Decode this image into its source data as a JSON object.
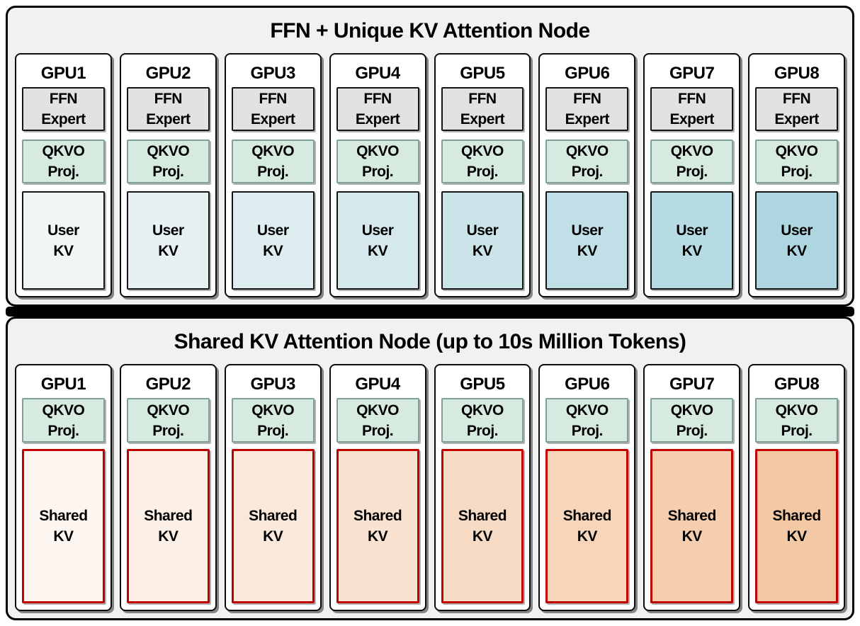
{
  "top_panel": {
    "title": "FFN + Unique KV Attention Node",
    "ffn_lines": [
      "FFN",
      "Expert"
    ],
    "qkvo_lines": [
      "QKVO",
      "Proj."
    ],
    "kv_lines": [
      "User",
      "KV"
    ],
    "gpus": [
      {
        "label": "GPU1",
        "kv_fill": "#f0f6f6"
      },
      {
        "label": "GPU2",
        "kv_fill": "#e7f1f3"
      },
      {
        "label": "GPU3",
        "kv_fill": "#ddedf0"
      },
      {
        "label": "GPU4",
        "kv_fill": "#d4e8ed"
      },
      {
        "label": "GPU5",
        "kv_fill": "#cae4e9"
      },
      {
        "label": "GPU6",
        "kv_fill": "#c1dfe6"
      },
      {
        "label": "GPU7",
        "kv_fill": "#b7dbe3"
      },
      {
        "label": "GPU8",
        "kv_fill": "#aed6e0"
      }
    ]
  },
  "bottom_panel": {
    "title": "Shared KV Attention Node (up to 10s Million Tokens)",
    "qkvo_lines": [
      "QKVO",
      "Proj."
    ],
    "kv_lines": [
      "Shared",
      "KV"
    ],
    "gpus": [
      {
        "label": "GPU1",
        "kv_fill": "#fdf5f0"
      },
      {
        "label": "GPU2",
        "kv_fill": "#fcefe5"
      },
      {
        "label": "GPU3",
        "kv_fill": "#fae8da"
      },
      {
        "label": "GPU4",
        "kv_fill": "#f9e2cf"
      },
      {
        "label": "GPU5",
        "kv_fill": "#f7dbc4"
      },
      {
        "label": "GPU6",
        "kv_fill": "#f6d5ba"
      },
      {
        "label": "GPU7",
        "kv_fill": "#f4ceaf"
      },
      {
        "label": "GPU8",
        "kv_fill": "#f3c8a4"
      }
    ]
  },
  "colors": {
    "panel_bg": "#f1f1f1",
    "card_bg": "#ffffff",
    "divider": "#000000",
    "ffn_fill": "#e2e2e2",
    "qkvo_fill": "#d7eae0",
    "qkvo_border": "#7f9f9a",
    "box_border": "#141414",
    "shared_kv_border": "#c00000"
  }
}
